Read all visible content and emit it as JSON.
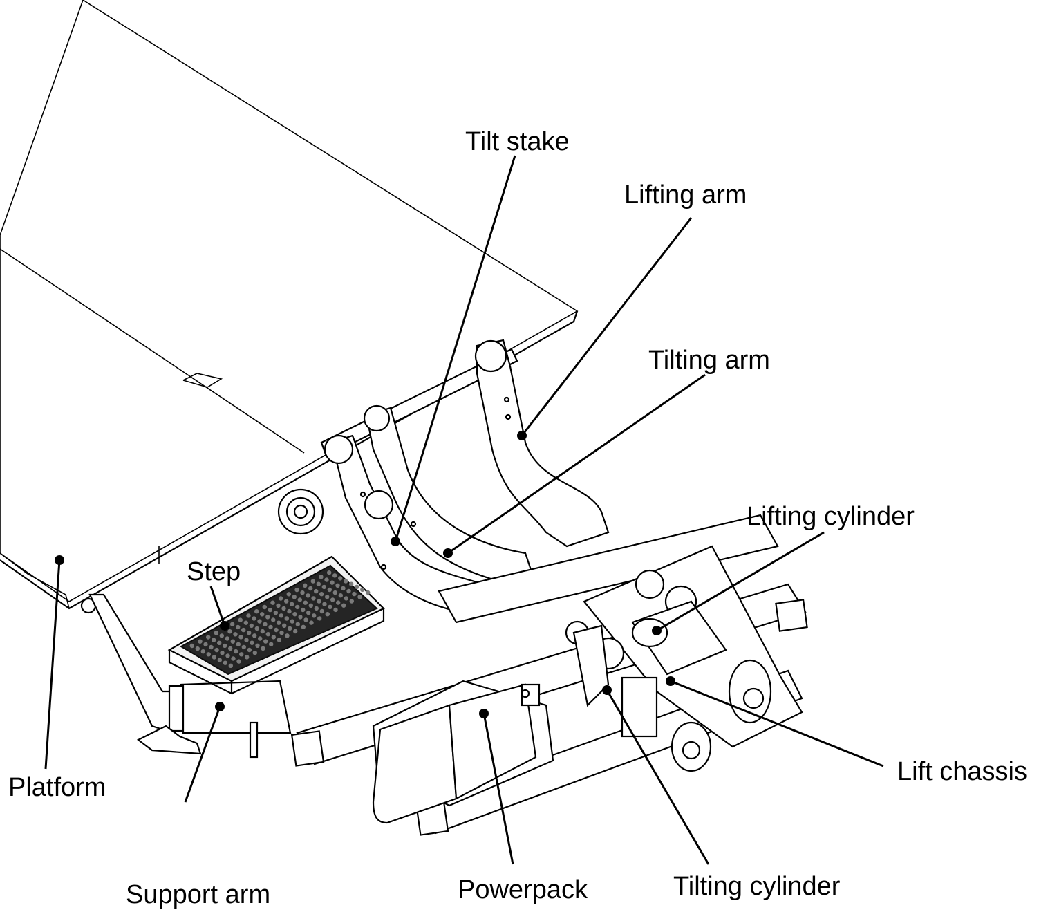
{
  "callouts": {
    "tilt_stake": "Tilt stake",
    "lifting_arm": "Lifting arm",
    "tilting_arm": "Tilting arm",
    "lifting_cylinder": "Lifting cylinder",
    "step": "Step",
    "platform": "Platform",
    "lift_chassis": "Lift chassis",
    "support_arm": "Support arm",
    "powerpack": "Powerpack",
    "tilting_cylinder": "Tilting cylinder"
  }
}
